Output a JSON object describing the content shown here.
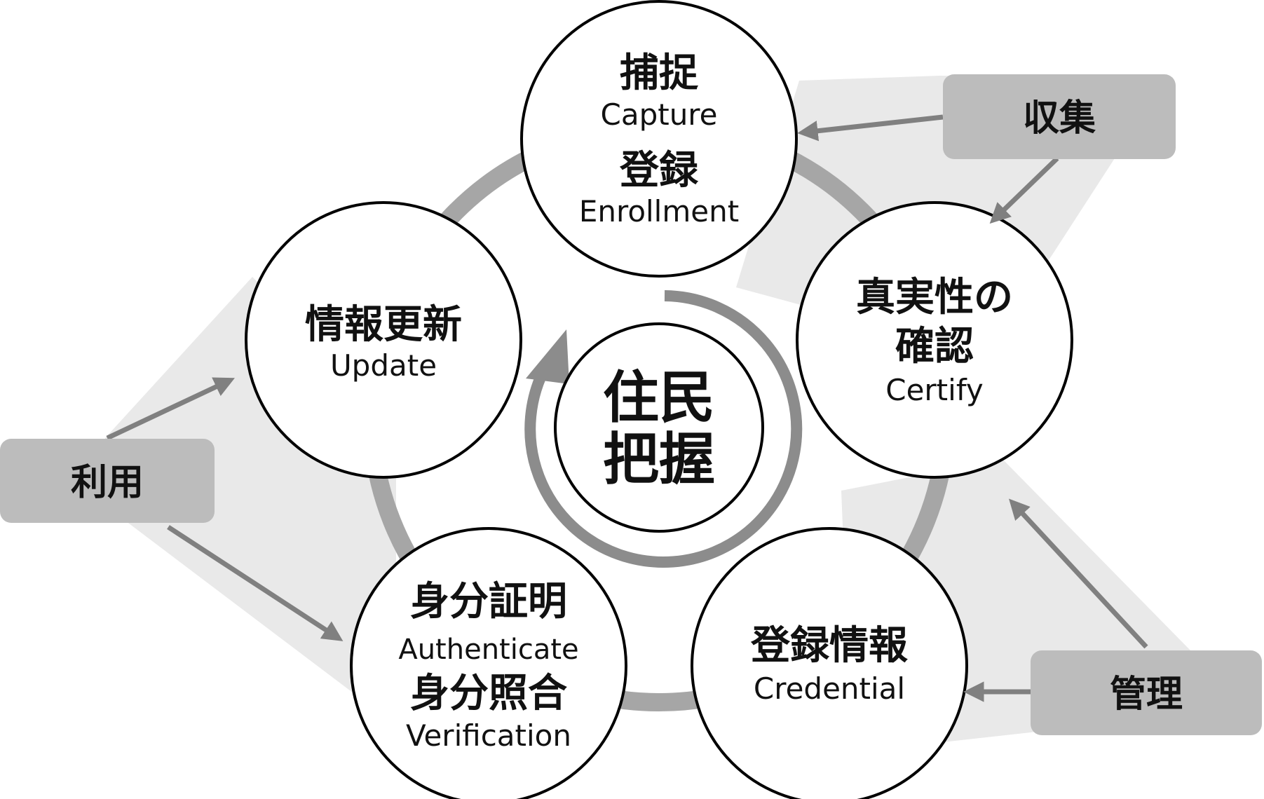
{
  "center": {
    "line1": "住民",
    "line2": "把握"
  },
  "nodes": {
    "capture": {
      "jp1": "捕捉",
      "en1": "Capture",
      "jp2": "登録",
      "en2": "Enrollment"
    },
    "certify": {
      "jp1": "真実性の",
      "jp2": "確認",
      "en1": "Certify"
    },
    "credential": {
      "jp1": "登録情報",
      "en1": "Credential"
    },
    "authenticate": {
      "jp1": "身分証明",
      "en1": "Authenticate",
      "jp2": "身分照合",
      "en2": "Verification"
    },
    "update": {
      "jp1": "情報更新",
      "en1": "Update"
    }
  },
  "tags": {
    "collect": "収集",
    "use": "利用",
    "manage": "管理"
  },
  "colors": {
    "ring": "#a6a6a6",
    "arrow": "#808080",
    "fan": "#e9e9e9",
    "tag": "#bcbcbc",
    "inner_arrow": "#8c8c8c"
  }
}
